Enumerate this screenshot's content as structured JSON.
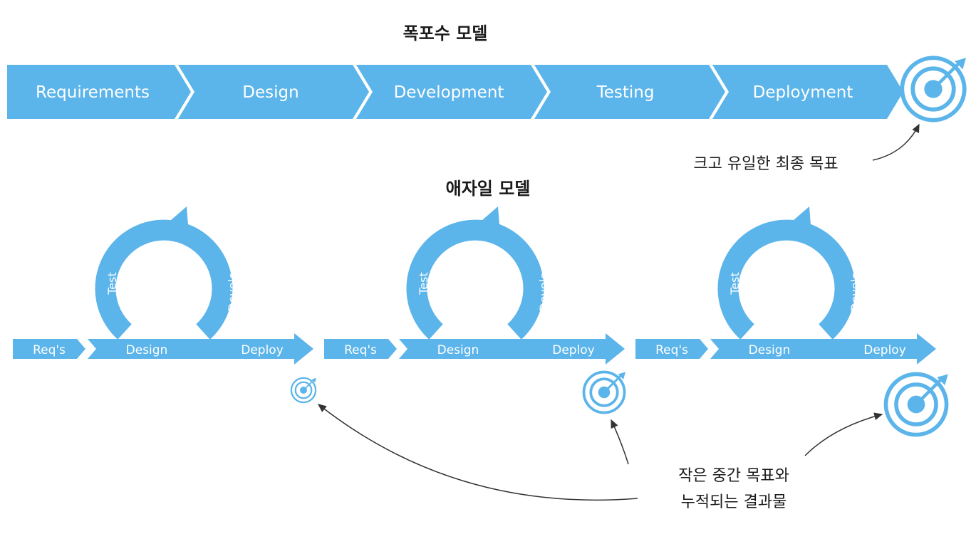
{
  "waterfall": {
    "title": "폭포수 모델",
    "stages": [
      "Requirements",
      "Design",
      "Development",
      "Testing",
      "Deployment"
    ],
    "goal_note": "크고 유일한 최종 목표"
  },
  "agile": {
    "title": "애자일 모델",
    "iteration": {
      "req": "Req's",
      "design": "Design",
      "deploy": "Deploy",
      "test": "Test",
      "develop": "Develop"
    },
    "note_line1": "작은 중간 목표와",
    "note_line2": "누적되는 결과물"
  },
  "colors": {
    "primary": "#5bb4ea",
    "text_dark": "#1a1a1a",
    "arrow_line": "#333333"
  },
  "icons": [
    "target-icon"
  ]
}
